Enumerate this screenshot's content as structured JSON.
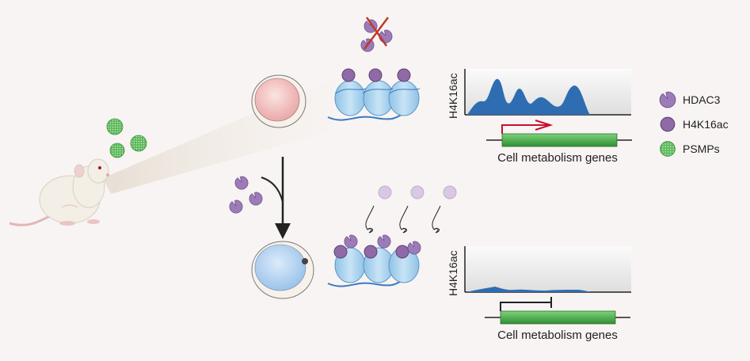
{
  "panels": {
    "top": {
      "ylabel": "H4K16ac",
      "gene_label": "Cell metabolism genes",
      "state": "transcription active"
    },
    "bottom": {
      "ylabel": "H4K16ac",
      "gene_label": "Cell metabolism genes",
      "state": "transcription repressed"
    }
  },
  "legend": [
    {
      "icon": "hdac3-icon",
      "label": "HDAC3",
      "color": "#9b7bb8"
    },
    {
      "icon": "h4k16ac-icon",
      "label": "H4K16ac",
      "color": "#8f6aa6"
    },
    {
      "icon": "psmp-icon",
      "label": "PSMPs",
      "color": "#58b04a"
    }
  ],
  "colors": {
    "background": "#f8f4f3",
    "histone": "#a9d4ee",
    "acetyl": "#8f6aa6",
    "hdac3": "#9b7bb8",
    "peak_fill": "#2f6db3",
    "gene_bar": "#4caf50",
    "arrow_active": "#c8102e",
    "cell_top": "#f2c4c4",
    "cell_bottom": "#bcd8f3"
  }
}
